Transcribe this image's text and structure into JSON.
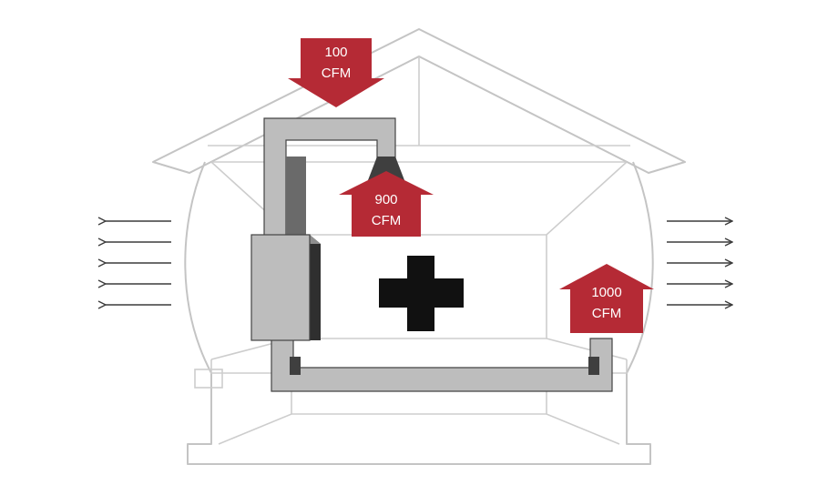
{
  "colors": {
    "arrow_fill": "#b52a35",
    "duct_fill": "#bdbdbd",
    "duct_dark": "#3f3f3f",
    "wall_stroke": "#c4c4c4",
    "symbol": "#111111"
  },
  "arrows": {
    "intake": {
      "line1": "100",
      "line2": "CFM"
    },
    "exhaust": {
      "line1": "900",
      "line2": "CFM"
    },
    "supply": {
      "line1": "1000",
      "line2": "CFM"
    }
  },
  "icons": [
    "plus-icon",
    "leak-arrow-left-icon",
    "leak-arrow-right-icon"
  ]
}
